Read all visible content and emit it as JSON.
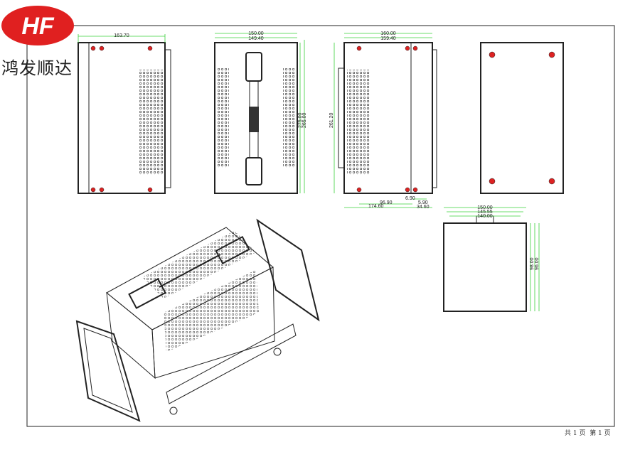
{
  "logo": {
    "mark": "HF",
    "company": "鸿发顺达",
    "color": "#e02020"
  },
  "drawing": {
    "side_view": {
      "width": "163.70"
    },
    "front_view": {
      "width_outer": "150.00",
      "width_inner": "149.40",
      "height_a": "275.00",
      "height_b": "265.00"
    },
    "back_view": {
      "width_outer": "160.00",
      "width_inner": "159.40",
      "height": "261.20",
      "d1": "6.90",
      "d2": "96.90",
      "d3": "174.60",
      "d4": "5.90",
      "d5": "34.60"
    },
    "end_view": {
      "w1": "150.00",
      "w2": "145.55",
      "w3": "140.00",
      "h1": "98.00",
      "h2": "96.00"
    }
  },
  "footer": {
    "pages": "共 1 页",
    "page": "第 1 页"
  }
}
